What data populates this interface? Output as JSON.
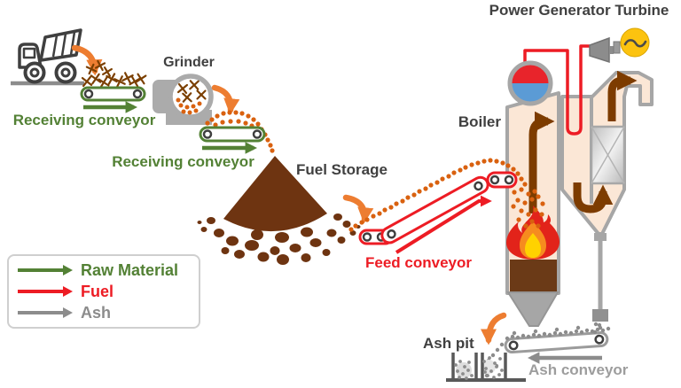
{
  "title": "Power Generator Turbine",
  "labels": {
    "grinder": "Grinder",
    "receiving_conveyor_1": "Receiving conveyor",
    "receiving_conveyor_2": "Receiving conveyor",
    "fuel_storage": "Fuel Storage",
    "boiler": "Boiler",
    "feed_conveyor": "Feed conveyor",
    "ash_pit": "Ash pit",
    "ash_conveyor": "Ash conveyor"
  },
  "legend": {
    "items": [
      {
        "label": "Raw Material",
        "color": "#538135"
      },
      {
        "label": "Fuel",
        "color": "#ed1c24"
      },
      {
        "label": "Ash",
        "color": "#8c8c8c"
      }
    ]
  },
  "colors": {
    "raw_material": "#538135",
    "fuel": "#ed1c24",
    "ash": "#8c8c8c",
    "ash_text": "#9d9d9d",
    "transfer": "#ed7d31",
    "flow": "#7d3c00",
    "label_dark": "#404040",
    "boiler_fill": "#fbe7d6",
    "outline": "#a6a6a6",
    "pile": "#6e3411",
    "fuel_dot": "#d9610f",
    "flame_red": "#e2231a",
    "flame_orange": "#f68b1f",
    "flame_yellow": "#ffd200",
    "fuel_bed": "#6b3a17",
    "drum_red": "#e8242b",
    "drum_blue": "#5b9bd5",
    "generator_yellow": "#fcc30f",
    "truck_line": "#3f3f3f",
    "xmark_brown": "#7b3f00"
  }
}
